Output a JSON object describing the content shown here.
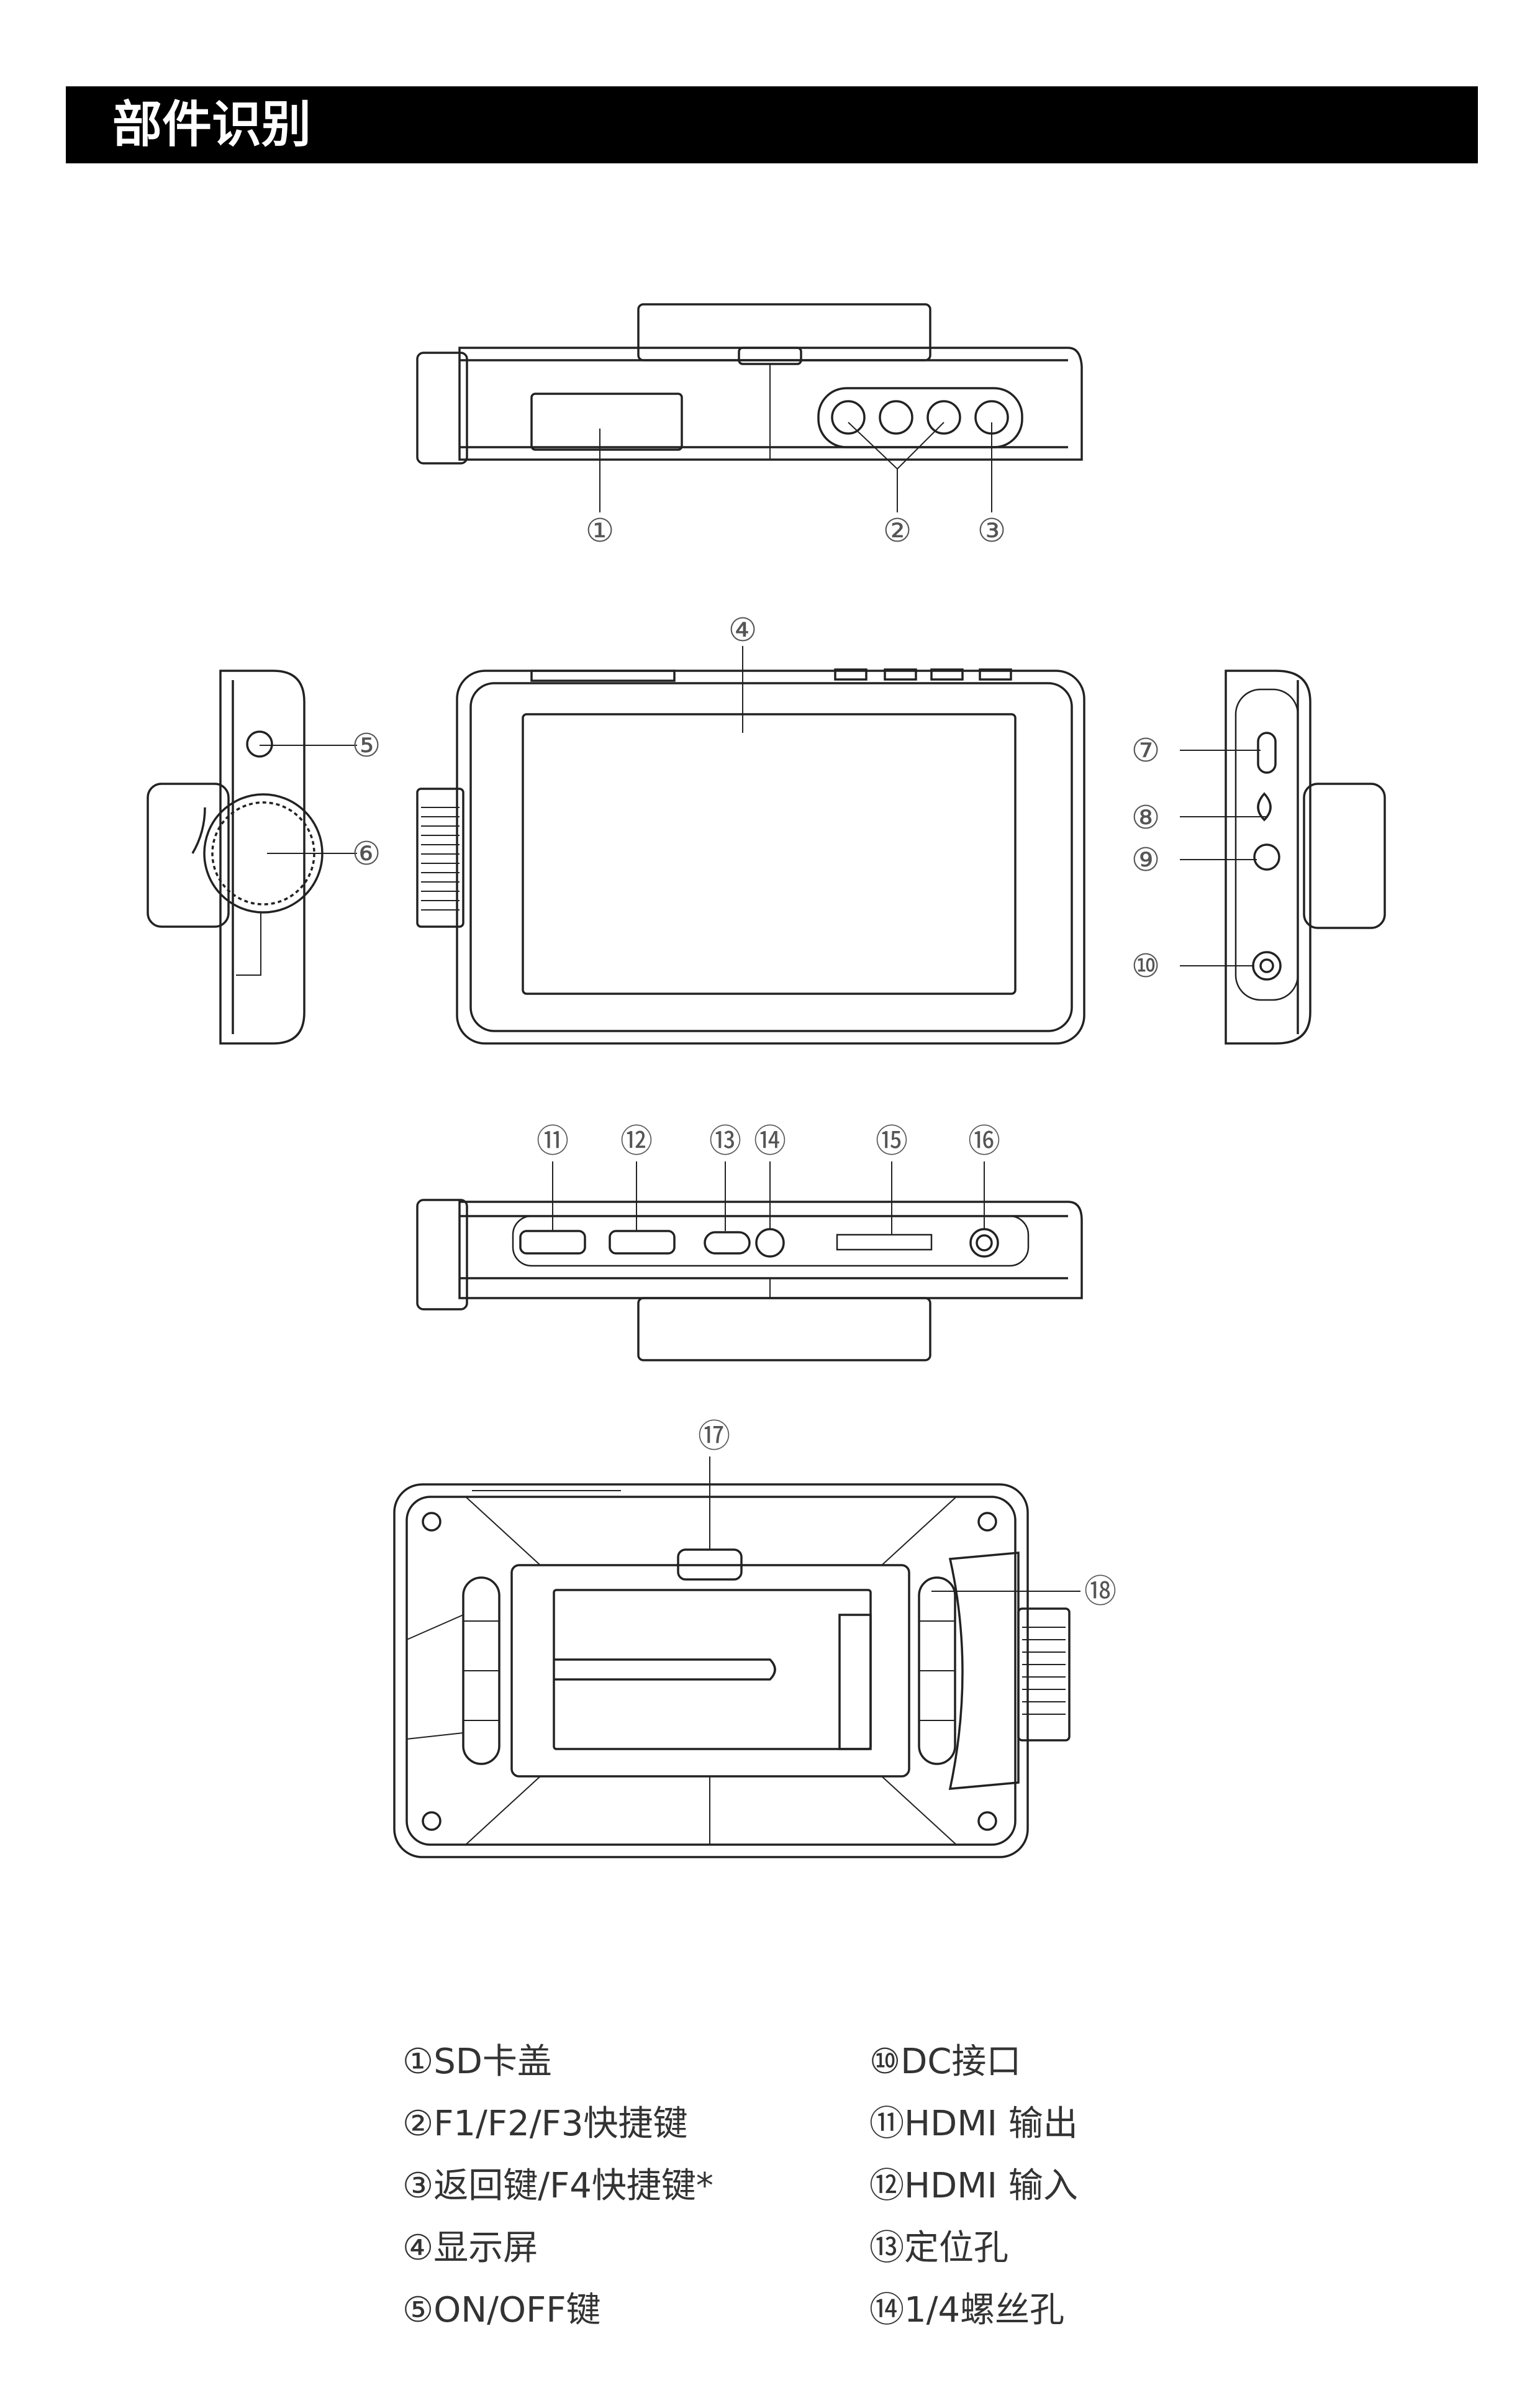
{
  "title": "部件识别",
  "callouts": [
    "①",
    "②",
    "③",
    "④",
    "⑤",
    "⑥",
    "⑦",
    "⑧",
    "⑨",
    "⑩",
    "⑪",
    "⑫",
    "⑬",
    "⑭",
    "⑮",
    "⑯",
    "⑰",
    "⑱"
  ],
  "legend": {
    "left": [
      "①SD卡盖",
      "②F1/F2/F3快捷键",
      "③返回键/F4快捷键*",
      "④显示屏",
      "⑤ON/OFF键"
    ],
    "right": [
      "⑩DC接口",
      "⑪HDMI 输出",
      "⑫HDMI 输入",
      "⑬定位孔",
      "⑭1/4螺丝孔"
    ]
  },
  "colors": {
    "title_bg": "#000000",
    "title_text": "#ffffff",
    "line": "#222222",
    "text": "#333333"
  }
}
